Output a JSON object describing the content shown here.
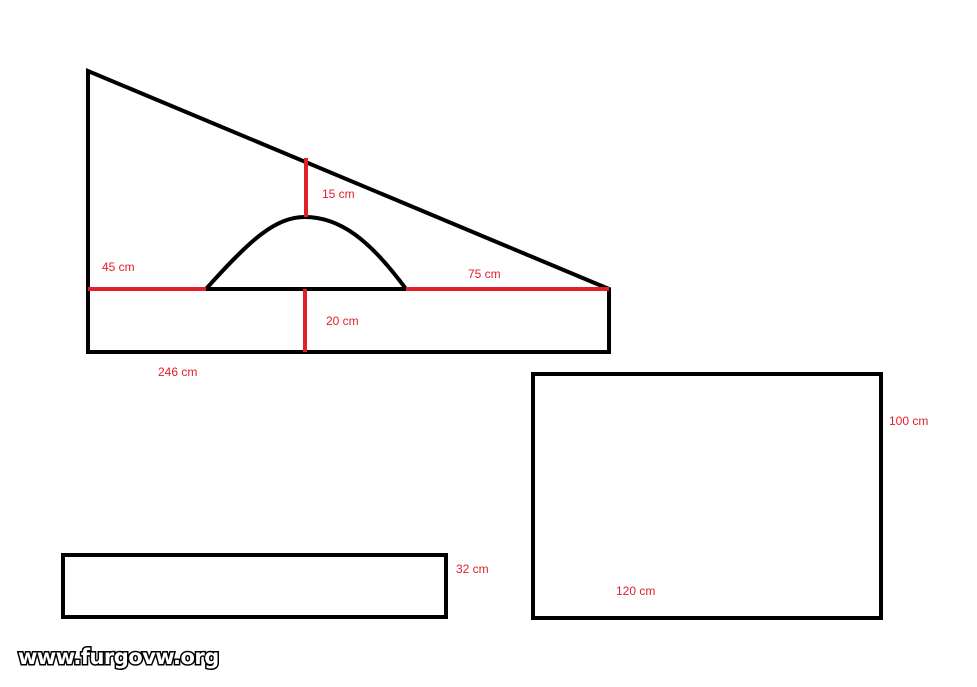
{
  "colors": {
    "outline": "#000000",
    "dimension": "#e0202a",
    "background": "#ffffff"
  },
  "labels": {
    "hump_height": "15 cm",
    "left_segment": "45 cm",
    "right_segment": "75 cm",
    "base_height": "20 cm",
    "total_length": "246 cm",
    "large_rect_height": "100 cm",
    "large_rect_width": "120 cm",
    "small_rect_height": "32 cm"
  },
  "watermark": "www.furgovw.org"
}
